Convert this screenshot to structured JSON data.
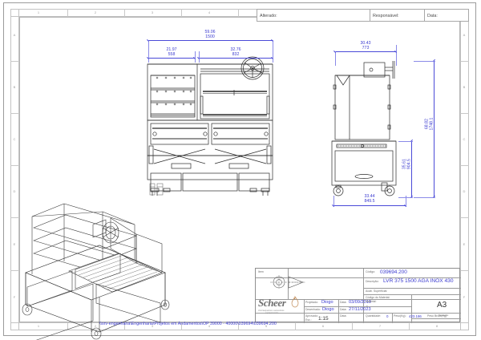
{
  "sheet": {
    "format": "A3",
    "zones_top": [
      "1",
      "2",
      "3",
      "4",
      "5",
      "6",
      "7",
      "8"
    ],
    "zones_left": [
      "A",
      "B",
      "C",
      "D",
      "E",
      "F"
    ]
  },
  "revision_header": {
    "altered_label": "Alterado:",
    "responsible_label": "Responsável:",
    "date_label": "Data:"
  },
  "dimensions": {
    "front_overall": {
      "inch": "59.06",
      "mm": "1500"
    },
    "front_left": {
      "inch": "21.97",
      "mm": "558"
    },
    "front_right": {
      "inch": "32.76",
      "mm": "832"
    },
    "side_top": {
      "inch": "30.43",
      "mm": "773"
    },
    "side_bottom": {
      "inch": "33.44",
      "mm": "849.5"
    },
    "height_total": {
      "inch": "68.82",
      "mm": "1748.1"
    },
    "height_body": {
      "inch": "35.61",
      "mm": "904.5"
    }
  },
  "title_block": {
    "item_label": "Item",
    "code_label": "Código:",
    "code_value": "039694.200",
    "description_label": "Descrição:",
    "description_value": "LVR 375 1500 AGA INOX 430",
    "finish_label": "Acab. Superficial:",
    "material_code_label": "Código do Material:",
    "material_label": "Material:",
    "material_value": "-",
    "designed_label": "Projetado:",
    "designed_value": "Diogo",
    "drawn_label": "Desenhado:",
    "drawn_value": "Diogo",
    "approved_label": "Aprovado:",
    "approved_value": "",
    "date_label_1": "Data:",
    "date_value_1": "03/09/2019",
    "date_label_2": "Data:",
    "date_value_2": "27/11/2023",
    "date_label_3": "Data:",
    "date_value_3": "",
    "scale_label": "Esc.:",
    "scale_value": "1:15",
    "quantity_label": "Quantidade:",
    "quantity_value": "0",
    "net_weight_label": "Peso(Kg):",
    "net_weight_value": "423.186",
    "gross_weight_label": "Peso Bruto(Kg):",
    "gross_weight_value": "",
    "size_value": "A3",
    "size_label": "Tamanho",
    "logo_text": "Scheer",
    "logo_sub": "churrasqueiras e acessórios\\nequipamentos"
  },
  "footer": {
    "path": "\\\\srv-engenharia\\Engenharia\\Projetos em Andamentos\\OP 39000 - 40000\\039694\\039694.200"
  }
}
